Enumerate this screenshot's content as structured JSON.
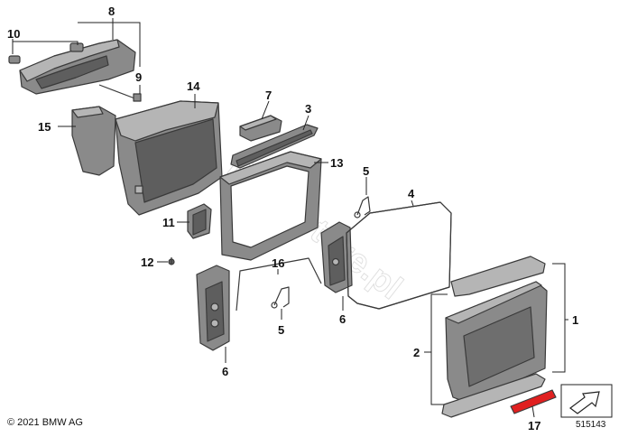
{
  "diagram": {
    "callouts": [
      {
        "id": "1",
        "label": "1"
      },
      {
        "id": "2",
        "label": "2"
      },
      {
        "id": "3",
        "label": "3"
      },
      {
        "id": "4",
        "label": "4"
      },
      {
        "id": "5a",
        "label": "5"
      },
      {
        "id": "5b",
        "label": "5"
      },
      {
        "id": "6a",
        "label": "6"
      },
      {
        "id": "6b",
        "label": "6"
      },
      {
        "id": "7",
        "label": "7"
      },
      {
        "id": "8",
        "label": "8"
      },
      {
        "id": "9",
        "label": "9"
      },
      {
        "id": "10",
        "label": "10"
      },
      {
        "id": "11",
        "label": "11"
      },
      {
        "id": "12",
        "label": "12"
      },
      {
        "id": "13",
        "label": "13"
      },
      {
        "id": "14",
        "label": "14"
      },
      {
        "id": "15",
        "label": "15"
      },
      {
        "id": "16",
        "label": "16"
      },
      {
        "id": "17",
        "label": "17"
      }
    ],
    "watermark": "BMWstore.pl",
    "copyright": "© 2021 BMW AG",
    "reference_number": "515143",
    "highlight_color": "#e02020",
    "part_fill": "#8a8a8a",
    "part_fill_light": "#b5b5b5",
    "part_fill_dark": "#5e5e5e"
  }
}
